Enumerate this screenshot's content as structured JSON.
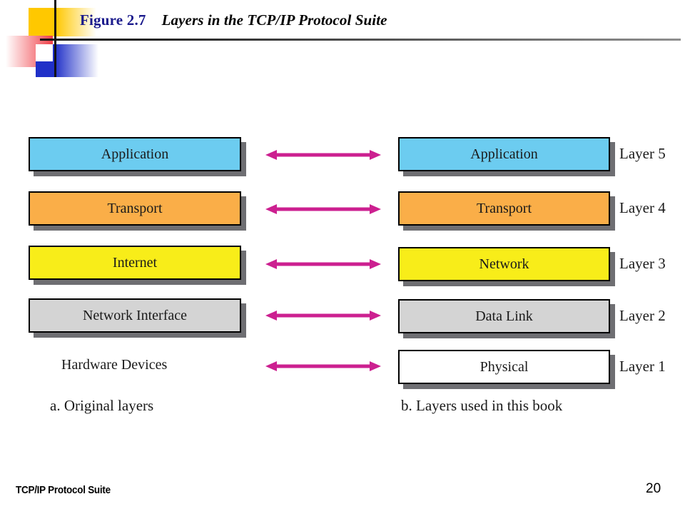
{
  "header": {
    "figure_label": "Figure 2.7",
    "figure_caption": "Layers in the TCP/IP Protocol Suite",
    "label_color": "#1a1a8c",
    "decoration": {
      "yellow": "#FFC800",
      "red": "#F04048",
      "blue": "#2030C8",
      "line": "#111111"
    }
  },
  "diagram": {
    "arrow_color": "#CC2090",
    "shadow_color": "#6e6e72",
    "left_stack": {
      "caption": "a. Original layers",
      "boxes": [
        {
          "label": "Application",
          "color": "#6CCCF0"
        },
        {
          "label": "Transport",
          "color": "#FAAE48"
        },
        {
          "label": "Internet",
          "color": "#F8ED19"
        },
        {
          "label": "Network Interface",
          "color": "#D4D4D4"
        }
      ],
      "plain_label": "Hardware Devices"
    },
    "right_stack": {
      "caption": "b. Layers used in this book",
      "boxes": [
        {
          "label": "Application",
          "color": "#6CCCF0",
          "tag": "Layer 5"
        },
        {
          "label": "Transport",
          "color": "#FAAE48",
          "tag": "Layer 4"
        },
        {
          "label": "Network",
          "color": "#F8ED19",
          "tag": "Layer 3"
        },
        {
          "label": "Data Link",
          "color": "#D4D4D4",
          "tag": "Layer 2"
        },
        {
          "label": "Physical",
          "color": "#FFFFFF",
          "tag": "Layer 1"
        }
      ]
    },
    "arrows": [
      {
        "name": "arrow-application"
      },
      {
        "name": "arrow-transport"
      },
      {
        "name": "arrow-internet-network"
      },
      {
        "name": "arrow-netiface-datalink"
      },
      {
        "name": "arrow-hardware-physical"
      }
    ]
  },
  "footer": {
    "title": "TCP/IP Protocol Suite",
    "page": "20"
  }
}
